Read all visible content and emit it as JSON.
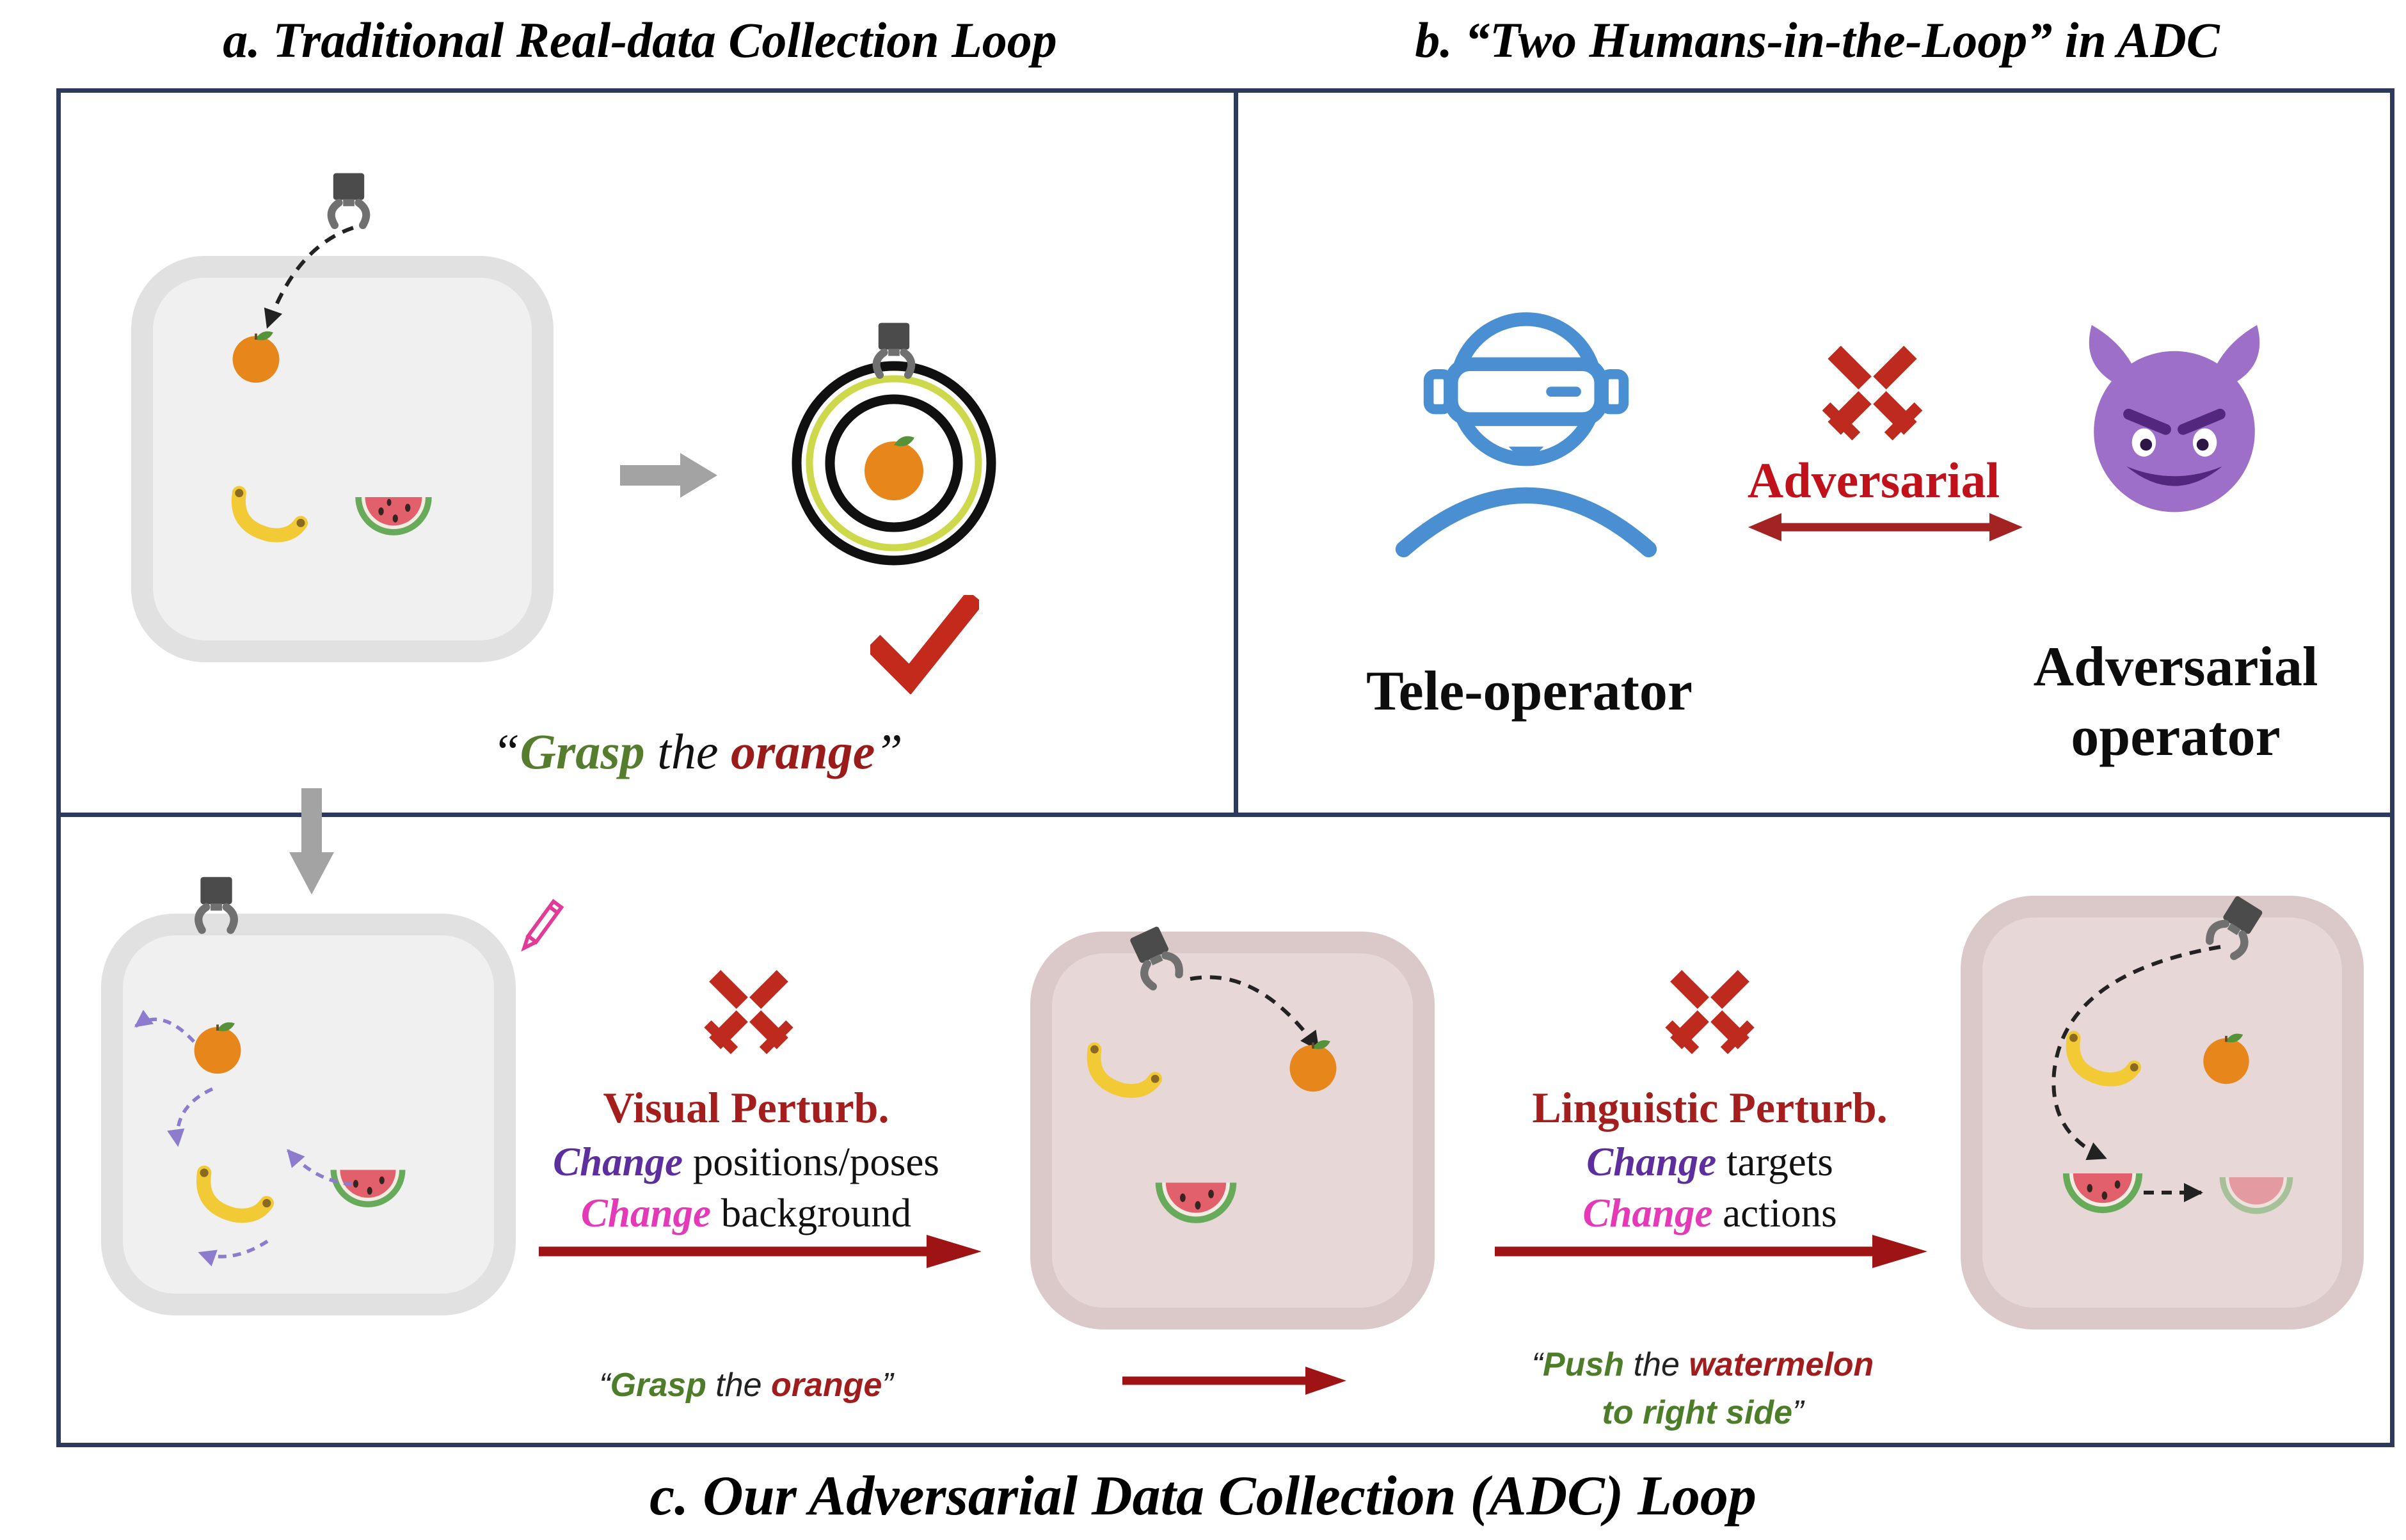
{
  "titles": {
    "a": "a. Traditional Real-data Collection Loop",
    "b": "b. “Two Humans-in-the-Loop” in ADC",
    "c": "c. Our Adversarial Data Collection (ADC) Loop"
  },
  "panel_a": {
    "instruction": {
      "open": "“",
      "verb": "Grasp",
      "mid": " the ",
      "object": "orange",
      "close": "”"
    }
  },
  "panel_b": {
    "teleoperator_label": "Tele-operator",
    "adversarial_label": "Adversarial",
    "adv_operator_line1": "Adversarial",
    "adv_operator_line2": "operator"
  },
  "panel_c": {
    "visual": {
      "title": "Visual Perturb.",
      "line1_em": "Change",
      "line1_rest": " positions/poses",
      "line2_em": "Change",
      "line2_rest": " background"
    },
    "linguistic": {
      "title": "Linguistic Perturb.",
      "line1_em": "Change",
      "line1_rest": " targets",
      "line2_em": "Change",
      "line2_rest": " actions"
    },
    "grasp_quote": {
      "open": "“",
      "verb": "Grasp",
      "mid": " the ",
      "object": "orange",
      "close": "”"
    },
    "push_quote": {
      "open": "“",
      "verb": "Push",
      "mid": " the ",
      "object": "watermelon",
      "line2": "to right side",
      "close": "”"
    }
  },
  "icons": {
    "gripper": "robot-gripper",
    "orange": "orange-fruit",
    "banana": "banana-fruit",
    "watermelon": "watermelon-slice",
    "target": "success-target-rings",
    "checkmark": "red-check",
    "vr_operator": "human-with-vr-headset",
    "crossed_swords": "adversarial-clash",
    "devil": "purple-devil-face",
    "pencil": "visual-edit-pencil"
  },
  "colors": {
    "border_navy": "#2e3a5c",
    "green_verb": "#567d2d",
    "dark_red_object": "#9b1b1b",
    "red_accent": "#c1121b",
    "perturb_red": "#a41e1e",
    "arrow_red": "#9e1414",
    "purple_change": "#5d2e9e",
    "magenta_change": "#e43ab8",
    "purple_dashed": "#8d7cce",
    "operator_blue": "#4a8fd2",
    "devil_purple": "#9d6fc9",
    "gray_tray": "#e1e1e1",
    "mauve_tray": "#dbc8c8"
  }
}
